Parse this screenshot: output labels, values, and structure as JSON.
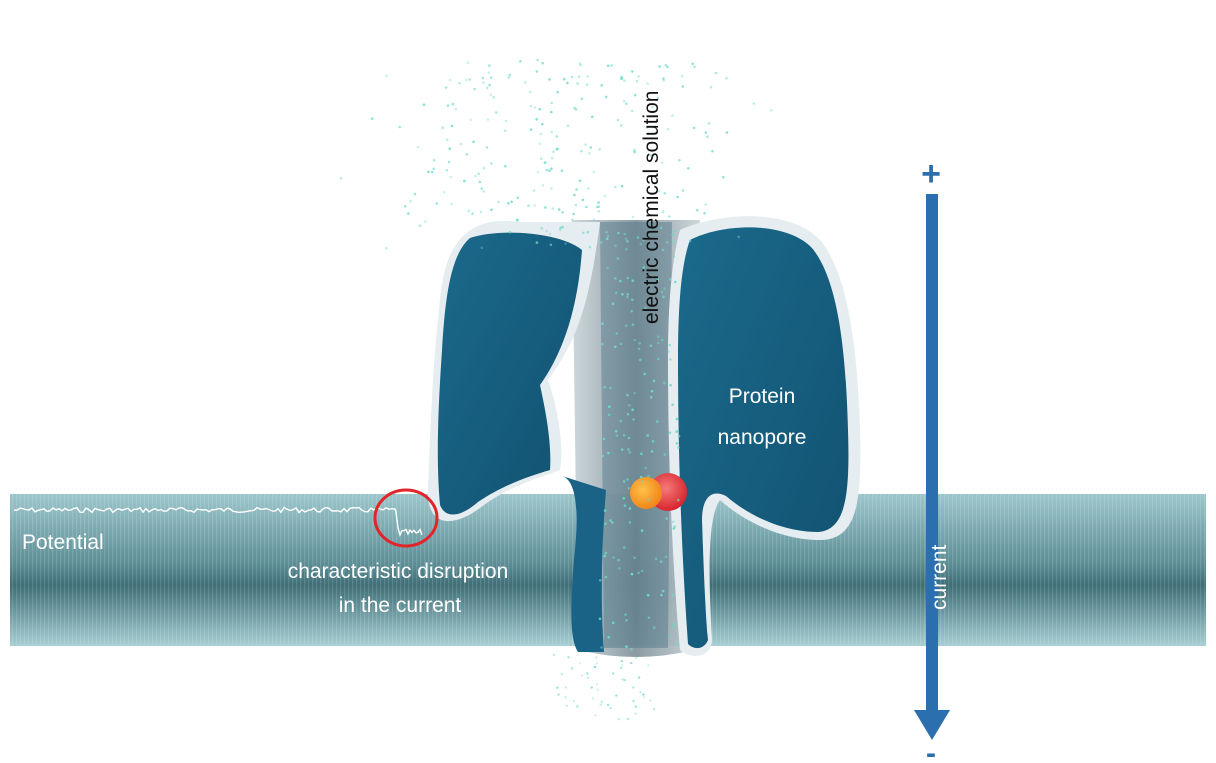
{
  "labels": {
    "electric_chemical_solution": "electric chemical solution",
    "protein_nanopore_line1": "Protein",
    "protein_nanopore_line2": "nanopore",
    "potential": "Potential",
    "disruption_line1": "characteristic disruption",
    "disruption_line2": "in the current",
    "current": "current",
    "plus": "+",
    "minus": "-"
  },
  "colors": {
    "membrane": "#7fb3ba",
    "membrane_dark": "#2f5f68",
    "protein": "#155c7e",
    "protein_outline": "#dfe7ec",
    "arrow": "#2b6fae",
    "particles": "#6fd9c8",
    "highlight_circle": "#e0252b",
    "analyte_orange": "#f39a1f",
    "analyte_red": "#e23b3b",
    "text_light": "#ffffff",
    "text_dark": "#111111"
  },
  "icons": {
    "current_arrow": "down-arrow-icon",
    "disruption_marker": "circle-highlight-icon",
    "analyte": "molecule-icon"
  }
}
